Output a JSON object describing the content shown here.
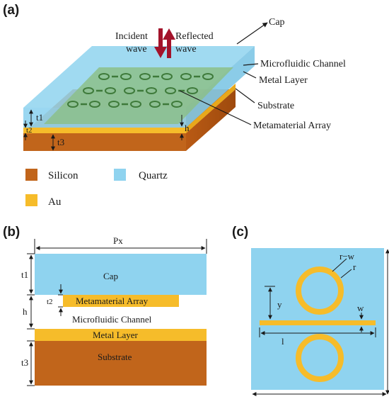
{
  "panels": {
    "a": "(a)",
    "b": "(b)",
    "c": "(c)"
  },
  "waves": {
    "incident_line1": "Incident",
    "incident_line2": "wave",
    "reflected_line1": "Reflected",
    "reflected_line2": "wave"
  },
  "callouts": {
    "cap": "Cap",
    "microfluidic_channel": "Microfluidic Channel",
    "metal_layer": "Metal Layer",
    "substrate": "Substrate",
    "metamaterial_array": "Metamaterial Array"
  },
  "dimensions_a": {
    "t1": "t1",
    "t2": "t2",
    "t3": "t3",
    "h": "h"
  },
  "legend": [
    {
      "label": "Silicon",
      "color": "#C1651B"
    },
    {
      "label": "Quartz",
      "color": "#8FD3EF"
    },
    {
      "label": "Au",
      "color": "#F6BC2A"
    }
  ],
  "cross_section": {
    "px": "Px",
    "t1": "t1",
    "t2": "t2",
    "h": "h",
    "t3": "t3",
    "cap": "Cap",
    "metamaterial_array": "Metamaterial Array",
    "microfluidic_channel": "Microfluidic Channel",
    "metal_layer": "Metal Layer",
    "substrate": "Substrate"
  },
  "unit_cell": {
    "r_minus_w": "r−w",
    "r": "r",
    "y": "y",
    "w": "w",
    "l": "l"
  },
  "colors": {
    "quartz": "#8FD3EF",
    "silicon": "#C1651B",
    "gold": "#F6BC2A",
    "arrow": "#A3132B",
    "metamaterial_green": "#8CBF8A"
  }
}
